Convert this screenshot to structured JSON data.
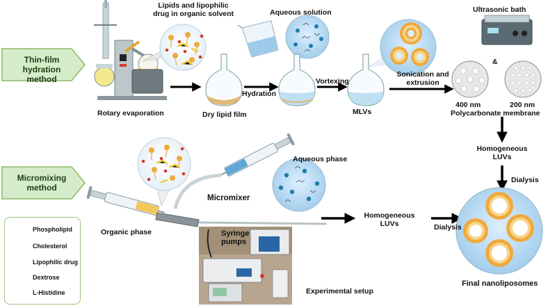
{
  "methods": {
    "thin_film": "Thin-film hydration\nmethod",
    "micromixing": "Micromixing\nmethod"
  },
  "labels": {
    "lipids_drug": "Lipids and lipophilic\ndrug in organic solvent",
    "aqueous_solution": "Aqueous solution",
    "ultrasonic_bath": "Ultrasonic bath",
    "ampersand": "&",
    "rotary_evaporation": "Rotary evaporation",
    "dry_lipid_film": "Dry lipid film",
    "hydration": "Hydration",
    "vortexing": "Vortexing",
    "mlvs": "MLVs",
    "sonication_extrusion": "Sonication and\nextrusion",
    "nm400": "400 nm",
    "nm200": "200 nm",
    "polycarbonate": "Polycarbonate membrane",
    "homogeneous_luvs_top": "Homogeneous\nLUVs",
    "dialysis_top": "Dialysis",
    "aqueous_phase": "Aqueous phase",
    "micromixer": "Micromixer",
    "organic_phase": "Organic phase",
    "homogeneous_luvs_bottom": "Homogeneous\nLUVs",
    "dialysis_bottom": "Dialysis",
    "syringe_pumps": "Syringe\npumps",
    "experimental_setup": "Experimental setup",
    "final_nanoliposomes": "Final nanoliposomes"
  },
  "legend": [
    {
      "label": "Phospholipid",
      "icon": "phospholipid-icon"
    },
    {
      "label": "Cholesterol",
      "icon": "cholesterol-icon"
    },
    {
      "label": "Lipophilic drug",
      "icon": "lipophilic-drug-icon"
    },
    {
      "label": "Dextrose",
      "icon": "dextrose-icon"
    },
    {
      "label": "L-Histidine",
      "icon": "l-histidine-icon"
    }
  ],
  "colors": {
    "method_fill": "#d5eccb",
    "method_border": "#8ab866",
    "liposome_orange": "#f0a93a",
    "liposome_ring": "#f6d48a",
    "bubble_blue": "#bfe0f5",
    "drug_red": "#d23a2a",
    "dextrose_blue": "#1f7ea8",
    "arrow": "#000000"
  }
}
